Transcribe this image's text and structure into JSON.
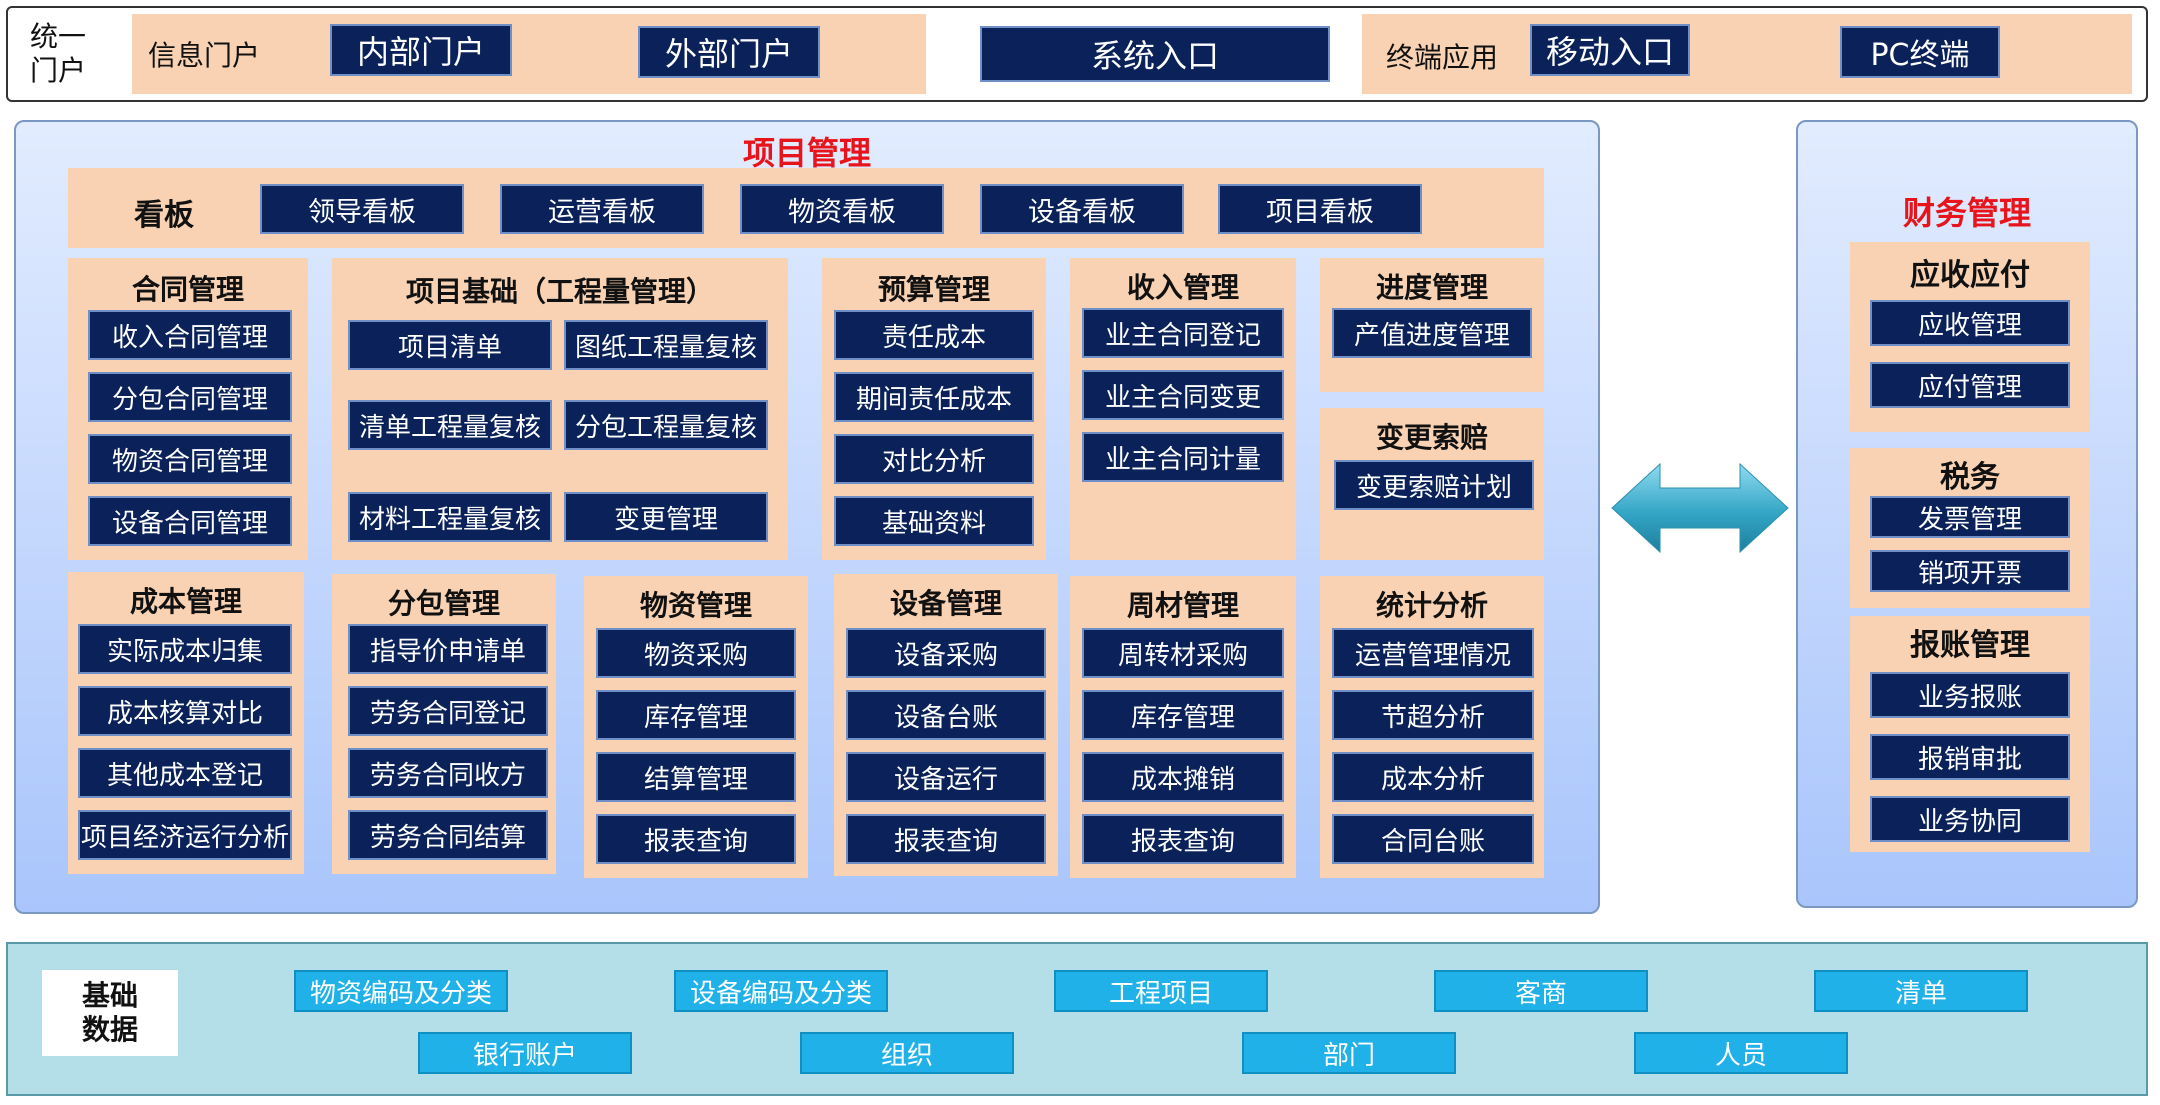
{
  "portal": {
    "label": "统一\n门户",
    "info_group": {
      "label": "信息门户",
      "items": [
        "内部门户",
        "外部门户"
      ]
    },
    "system_entry": "系统入口",
    "terminal_group": {
      "label": "终端应用",
      "items": [
        "移动入口",
        "PC终端"
      ]
    }
  },
  "project": {
    "title": "项目管理",
    "dashboard": {
      "label": "看板",
      "items": [
        "领导看板",
        "运营看板",
        "物资看板",
        "设备看板",
        "项目看板"
      ]
    },
    "contract": {
      "title": "合同管理",
      "items": [
        "收入合同管理",
        "分包合同管理",
        "物资合同管理",
        "设备合同管理"
      ]
    },
    "foundation": {
      "title": "项目基础（工程量管理）",
      "items": [
        "项目清单",
        "图纸工程量复核",
        "清单工程量复核",
        "分包工程量复核",
        "材料工程量复核",
        "变更管理"
      ]
    },
    "budget": {
      "title": "预算管理",
      "items": [
        "责任成本",
        "期间责任成本",
        "对比分析",
        "基础资料"
      ]
    },
    "income": {
      "title": "收入管理",
      "items": [
        "业主合同登记",
        "业主合同变更",
        "业主合同计量"
      ]
    },
    "progress": {
      "title": "进度管理",
      "items": [
        "产值进度管理"
      ]
    },
    "claim": {
      "title": "变更索赔",
      "items": [
        "变更索赔计划"
      ]
    },
    "cost": {
      "title": "成本管理",
      "items": [
        "实际成本归集",
        "成本核算对比",
        "其他成本登记",
        "项目经济运行分析"
      ]
    },
    "subcontract": {
      "title": "分包管理",
      "items": [
        "指导价申请单",
        "劳务合同登记",
        "劳务合同收方",
        "劳务合同结算"
      ]
    },
    "material": {
      "title": "物资管理",
      "items": [
        "物资采购",
        "库存管理",
        "结算管理",
        "报表查询"
      ]
    },
    "equipment": {
      "title": "设备管理",
      "items": [
        "设备采购",
        "设备台账",
        "设备运行",
        "报表查询"
      ]
    },
    "turnover": {
      "title": "周材管理",
      "items": [
        "周转材采购",
        "库存管理",
        "成本摊销",
        "报表查询"
      ]
    },
    "stats": {
      "title": "统计分析",
      "items": [
        "运营管理情况",
        "节超分析",
        "成本分析",
        "合同台账"
      ]
    }
  },
  "finance": {
    "title": "财务管理",
    "receivable": {
      "title": "应收应付",
      "items": [
        "应收管理",
        "应付管理"
      ]
    },
    "tax": {
      "title": "税务",
      "items": [
        "发票管理",
        "销项开票"
      ]
    },
    "expense": {
      "title": "报账管理",
      "items": [
        "业务报账",
        "报销审批",
        "业务协同"
      ]
    }
  },
  "base": {
    "label": "基础\n数据",
    "row1": [
      "物资编码及分类",
      "设备编码及分类",
      "工程项目",
      "客商",
      "清单"
    ],
    "row2": [
      "银行账户",
      "组织",
      "部门",
      "人员"
    ]
  },
  "colors": {
    "navy": "#0a2259",
    "peach": "#f9d2b4",
    "red_title": "#e8141b",
    "cyan": "#1fb1e8",
    "arrow": "#35a6c6"
  }
}
